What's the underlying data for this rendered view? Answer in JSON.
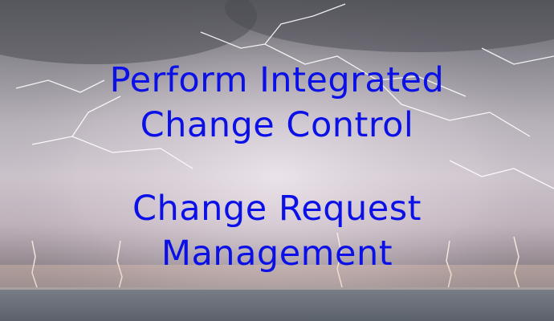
{
  "slide": {
    "heading_lines": [
      "Perform Integrated",
      "Change Control"
    ],
    "subheading_lines": [
      "Change Request",
      "Management"
    ],
    "text_color": "#0a10e6",
    "background": "lightning-storm-over-sea"
  }
}
